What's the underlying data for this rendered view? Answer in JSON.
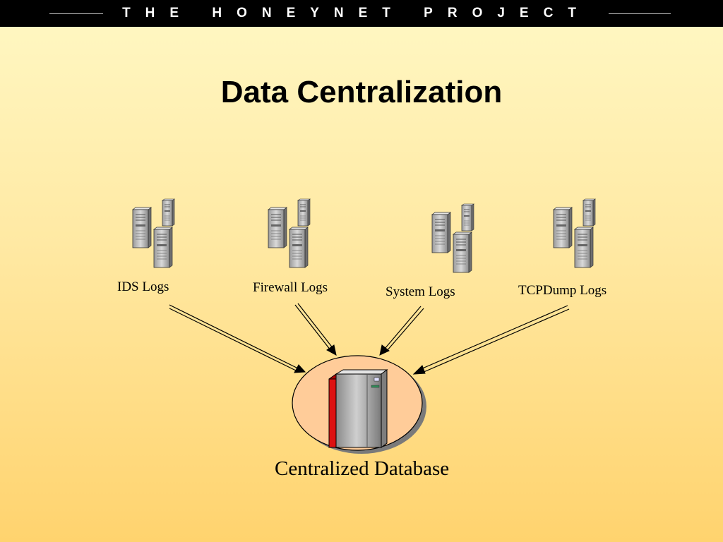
{
  "header": {
    "brand": "THE HONEYNET PROJECT"
  },
  "slide": {
    "title": "Data Centralization"
  },
  "sources": [
    {
      "label": "IDS Logs"
    },
    {
      "label": "Firewall Logs"
    },
    {
      "label": "System Logs"
    },
    {
      "label": "TCPDump Logs"
    }
  ],
  "target": {
    "label": "Centralized Database"
  },
  "colors": {
    "background_top": "#fff8c4",
    "background_bottom": "#ffd36e",
    "header_bar": "#000000",
    "database_ellipse": "#ffcc99",
    "database_accent": "#cc0000",
    "server_gray": "#b0b0b0"
  }
}
